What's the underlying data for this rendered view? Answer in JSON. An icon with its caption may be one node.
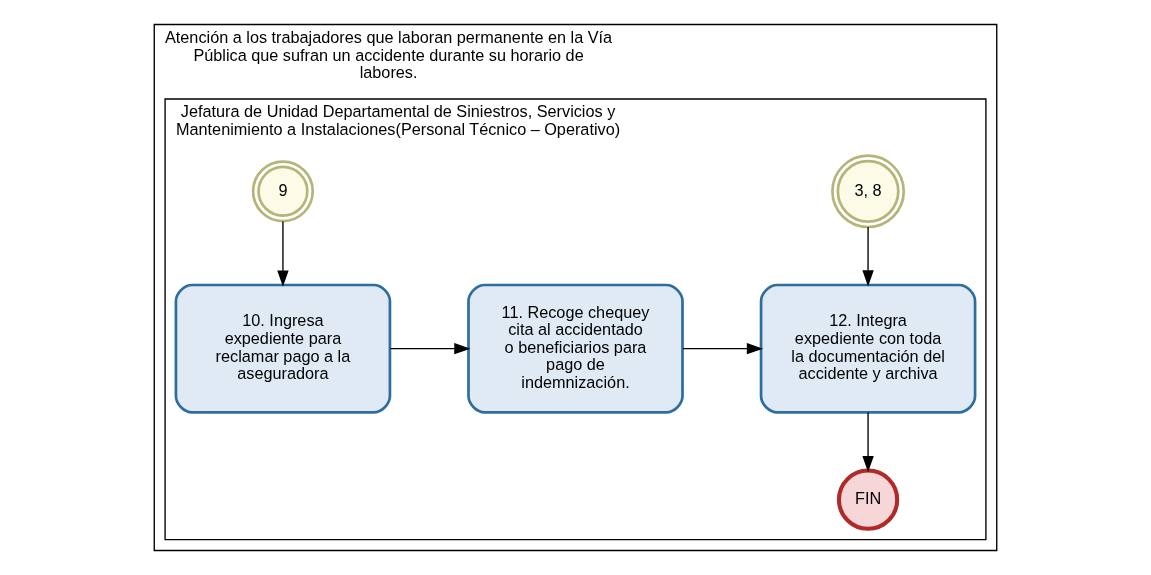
{
  "diagram": {
    "nodes": [
      {
        "text": [
          "Atención a los trabajadores que laboran permanente en la Vía Pública que sufran un accidente durante su horario de labores."
        ]
      },
      {
        "text": [
          "Jefatura de Unidad Departamental de Siniestros, Servicios y Mantenimiento a Instalaciones(Personal Técnico – Operativo)"
        ],
        "in": 0
      },
      {
        "text": [
          "9"
        ],
        "in": 1
      },
      {
        "text": [
          "10. Ingresa expediente para reclamar pago a la aseguradora"
        ],
        "in": 1
      },
      {
        "text": [
          "11. Recoge chequey cita al accidentado o beneficiarios para pago de indemnización."
        ],
        "in": 1
      },
      {
        "text": [
          "3, 8"
        ],
        "in": 1
      },
      {
        "text": [
          "12. Integra expediente con toda la documentación del accidente y archiva"
        ],
        "in": 1
      },
      {
        "text": [
          "FIN"
        ],
        "in": 1
      }
    ],
    "edges": [
      {
        "from": 2,
        "to": 3,
        "arrow": "to"
      },
      {
        "from": 3,
        "to": 4,
        "arrow": "to"
      },
      {
        "from": 4,
        "to": 6,
        "arrow": "to"
      },
      {
        "from": 5,
        "to": 6,
        "arrow": "to"
      },
      {
        "from": 6,
        "to": 7,
        "arrow": "to"
      }
    ]
  }
}
